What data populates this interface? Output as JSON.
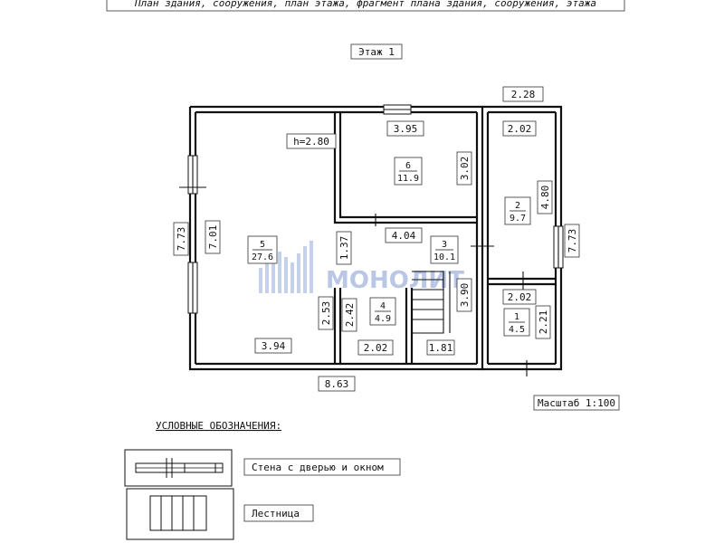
{
  "header_text": "План здания, сооружения, план этажа, фрагмент плана здания, сооружения, этажа",
  "floor_label": "Этаж 1",
  "scale_label": "Масштаб 1:100",
  "watermark": "МОНОЛИТ",
  "ceiling_height": "h=2.80",
  "rooms": {
    "r1": {
      "num": "1",
      "area": "4.5"
    },
    "r2": {
      "num": "2",
      "area": "9.7"
    },
    "r3": {
      "num": "3",
      "area": "10.1"
    },
    "r4": {
      "num": "4",
      "area": "4.9"
    },
    "r5": {
      "num": "5",
      "area": "27.6"
    },
    "r6": {
      "num": "6",
      "area": "11.9"
    }
  },
  "dimensions": {
    "top_right": "2.28",
    "r6_width": "3.95",
    "r6_height": "3.02",
    "r2_width": "2.02",
    "r2_height": "4.80",
    "right_outer": "7.73",
    "left_outer": "7.73",
    "r5_height": "7.01",
    "corridor_width": "4.04",
    "corridor_height": "1.37",
    "r3_height": "3.90",
    "r1_width": "2.02",
    "r1_height": "2.21",
    "r5_lower": "2.53",
    "r4_height": "2.42",
    "r5_width": "3.94",
    "r4_width": "2.02",
    "stair_width": "1.81",
    "total_width": "8.63"
  },
  "legend": {
    "title": "УСЛОВНЫЕ ОБОЗНАЧЕНИЯ:",
    "wall_label": "Стена с дверью и окном",
    "stair_label": "Лестница"
  }
}
